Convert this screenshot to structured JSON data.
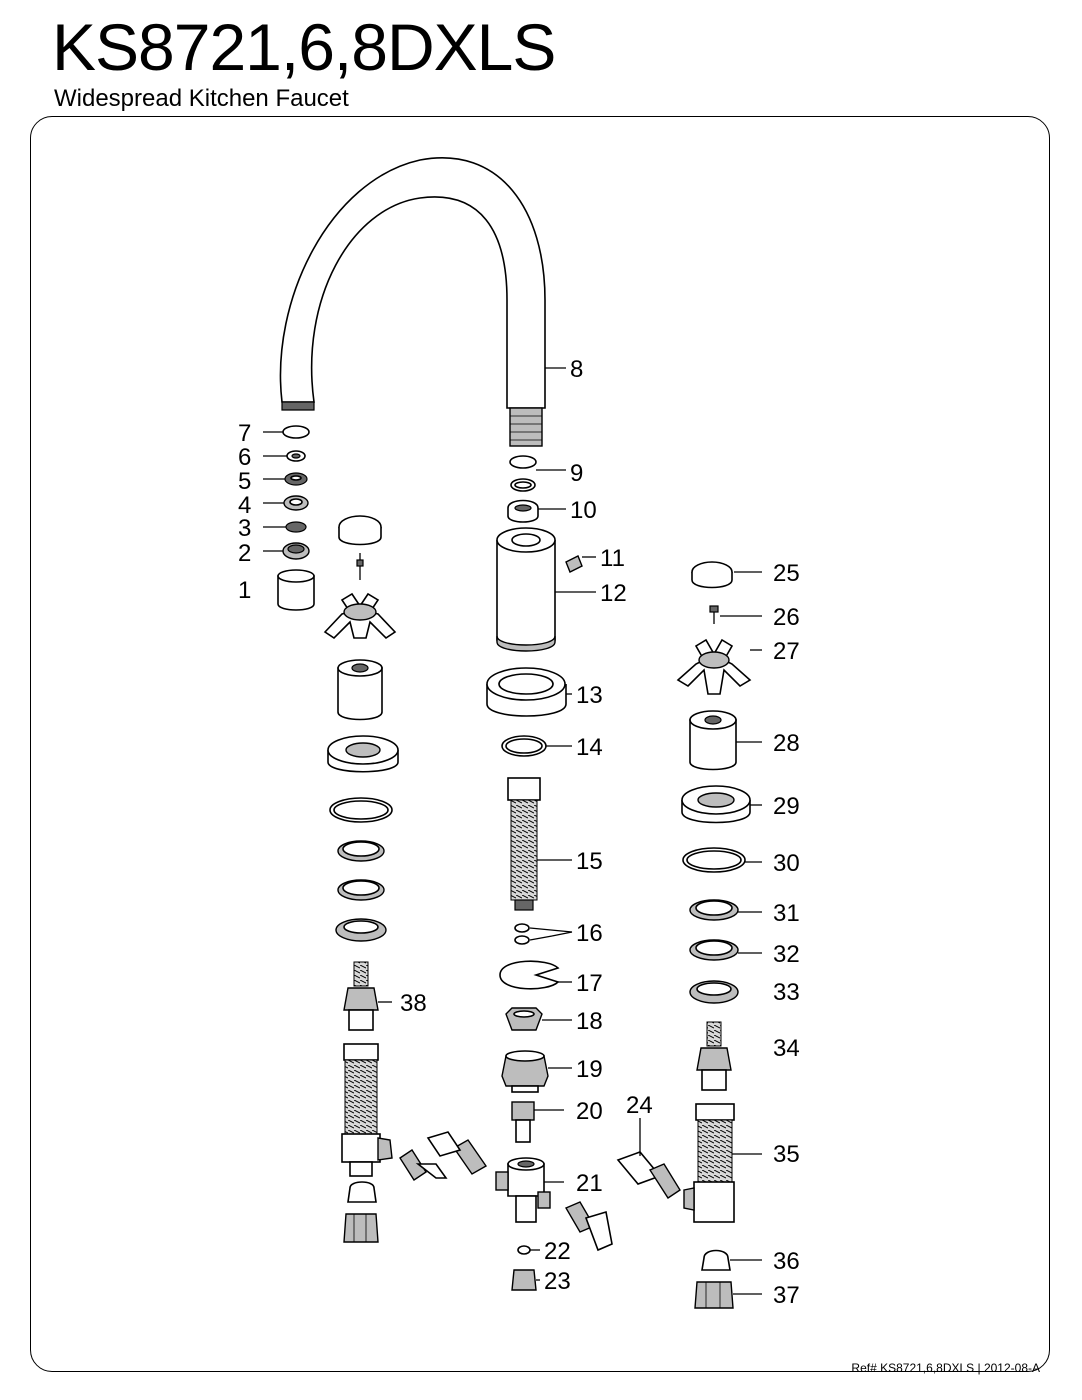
{
  "header": {
    "model": "KS8721,6,8DXLS",
    "subtitle": "Widespread Kitchen Faucet"
  },
  "footer": {
    "reference": "Ref# KS8721,6,8DXLS | 2012-08-A"
  },
  "part_labels": [
    "1",
    "2",
    "3",
    "4",
    "5",
    "6",
    "7",
    "8",
    "9",
    "10",
    "11",
    "12",
    "13",
    "14",
    "15",
    "16",
    "17",
    "18",
    "19",
    "20",
    "21",
    "22",
    "23",
    "24",
    "25",
    "26",
    "27",
    "28",
    "29",
    "30",
    "31",
    "32",
    "33",
    "34",
    "35",
    "36",
    "37",
    "38"
  ]
}
